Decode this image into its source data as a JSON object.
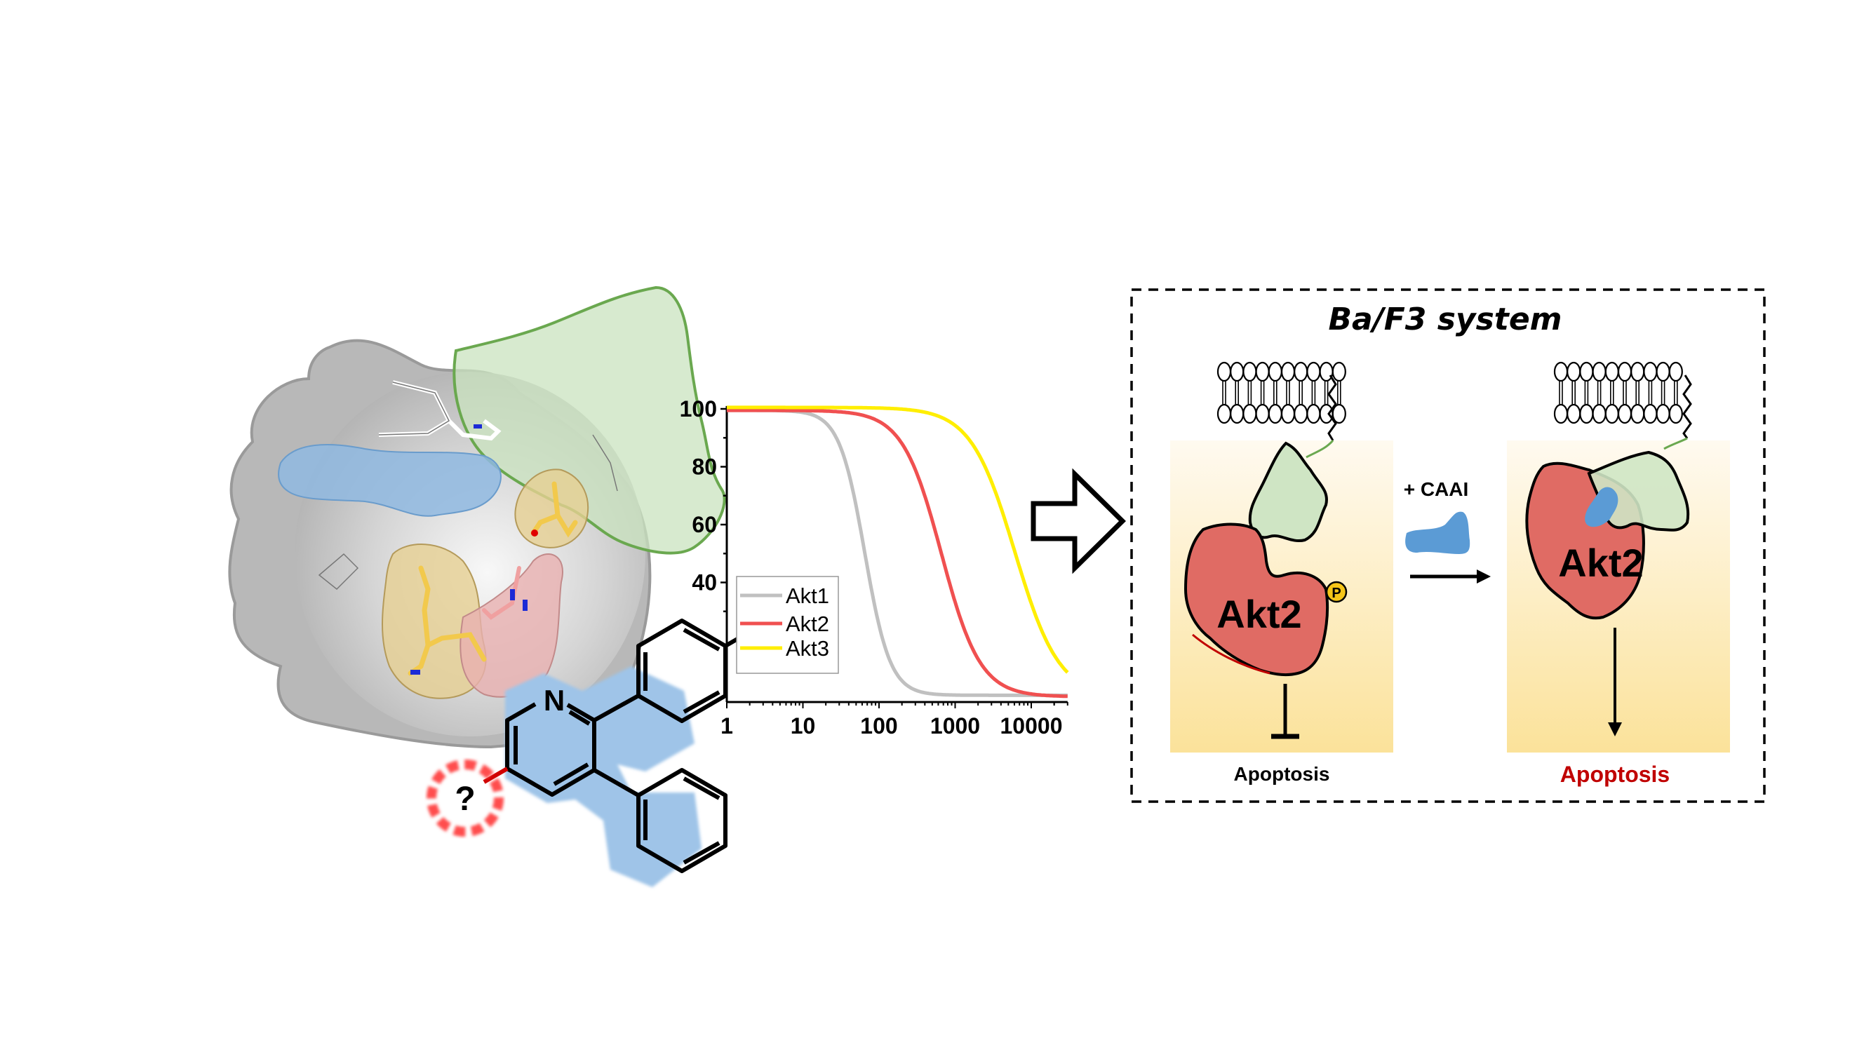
{
  "figure": {
    "type": "graphical-abstract",
    "left_panel": {
      "description": "Akt2 allosteric pocket with PH domain and ligand scaffold",
      "scaffold_atom_label": "N",
      "unknown_substituent_label": "?",
      "colors": {
        "kinase_surface": "#b4b4b4",
        "ph_domain": "#c9e3bf",
        "ph_domain_outline": "#6aa84f",
        "pocket_blue": "#8fb8e0",
        "pocket_tan": "#e6cf92",
        "pocket_pink": "#e8b0b0",
        "scaffold_highlight": "#9fc4e8",
        "question_ring": "#ff4d4d"
      }
    },
    "arrow_between_panels": {
      "icon": "open-right-arrow-icon"
    },
    "ba_f3_panel": {
      "title": "Ba/F3 system",
      "left_state": {
        "protein_label": "Akt2",
        "phospho_badge": "P",
        "outcome_label": "Apoptosis",
        "outcome_relation": "inhibited"
      },
      "treatment_label": "+ CAAI",
      "right_state": {
        "protein_label": "Akt2",
        "outcome_label": "Apoptosis",
        "outcome_relation": "induced"
      },
      "colors": {
        "akt2": "#e06b64",
        "ph_domain": "#cfe5c4",
        "inhibitor": "#5b9bd5",
        "phospho": "#f5c518",
        "outcome_active": "#c00000",
        "cytosol_gradient_top": "#fffaf0",
        "cytosol_gradient_bottom": "#fbe29a"
      }
    }
  },
  "chart_data": {
    "type": "line",
    "title": "",
    "xlabel": "",
    "ylabel": "",
    "xscale": "log",
    "xlim": [
      1,
      30000
    ],
    "ylim": [
      -1.5,
      101
    ],
    "x_ticks": [
      1,
      10,
      100,
      1000,
      10000
    ],
    "x_tick_labels": [
      "1",
      "10",
      "100",
      "1000",
      "10000"
    ],
    "y_ticks": [
      40,
      60,
      80,
      100
    ],
    "y_tick_labels": [
      "40",
      "60",
      "80",
      "100"
    ],
    "grid": false,
    "legend": {
      "placement": "lower-left",
      "entries": [
        "Akt1",
        "Akt2",
        "Akt3"
      ]
    },
    "series": [
      {
        "name": "Akt1",
        "color": "#c0c0c0",
        "model": "4PL",
        "top": 99.5,
        "bottom": 1.0,
        "ic50": 65,
        "hill": 2.6
      },
      {
        "name": "Akt2",
        "color": "#f05050",
        "model": "4PL",
        "top": 99.5,
        "bottom": 0.5,
        "ic50": 660,
        "hill": 1.7
      },
      {
        "name": "Akt3",
        "color": "#ffee00",
        "model": "4PL",
        "top": 100.5,
        "bottom": 0.5,
        "ic50": 6100,
        "hill": 1.5
      }
    ]
  }
}
